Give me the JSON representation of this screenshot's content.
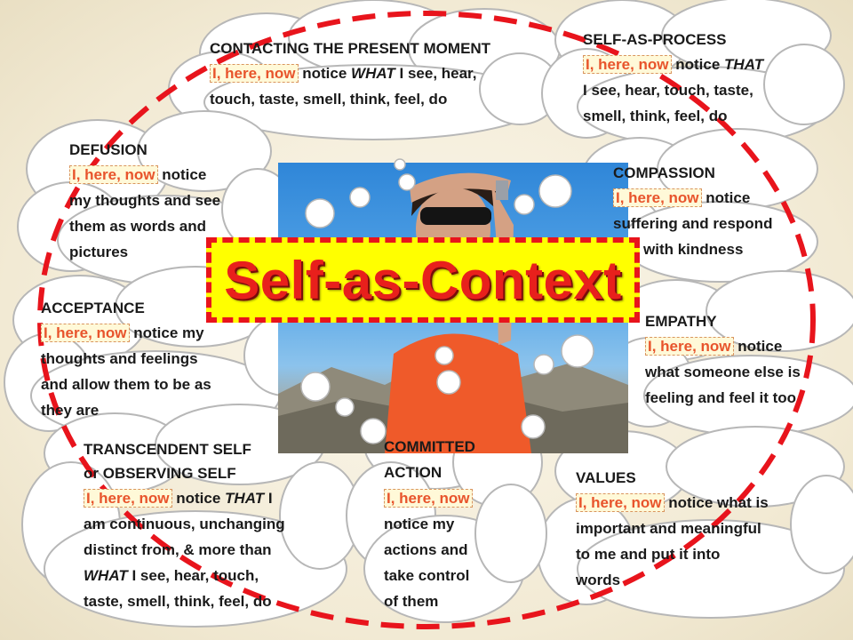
{
  "title": "Self-as-Context",
  "highlight": "I, here, now",
  "boxes": {
    "present": {
      "heading": "CONTACTING THE PRESENT MOMENT",
      "l1a": " notice  ",
      "l1b": "WHAT",
      "l1c": " I  see, hear,",
      "l2": "touch, taste, smell, think, feel, do"
    },
    "process": {
      "heading": "SELF-AS-PROCESS",
      "l1a": " notice  ",
      "l1b": "THAT",
      "l2": "I  see, hear, touch, taste,",
      "l3": "smell, think, feel, do"
    },
    "defusion": {
      "heading": "DEFUSION",
      "l1a": " notice",
      "l2": "my thoughts and see",
      "l3": "them as words and",
      "l4": "pictures"
    },
    "compassion": {
      "heading": "COMPASSION",
      "l1a": " notice",
      "l2": "suffering and respond",
      "l3": "with kindness"
    },
    "acceptance": {
      "heading": "ACCEPTANCE",
      "l1a": " notice  my",
      "l2": "thoughts and feelings",
      "l3": "and allow them to be as",
      "l4": "they are"
    },
    "empathy": {
      "heading": "EMPATHY",
      "l1a": " notice",
      "l2": "what someone else is",
      "l3": "feeling and feel it too"
    },
    "transcendent": {
      "heading": "TRANSCENDENT SELF",
      "heading2": "or OBSERVING SELF",
      "l1a": " notice ",
      "l1b": "THAT",
      "l1c": " I",
      "l2": "am continuous, unchanging",
      "l3": "distinct from, & more than",
      "l4a": "WHAT",
      "l4b": " I  see, hear, touch,",
      "l5": "taste, smell, think, feel, do"
    },
    "committed": {
      "heading": "COMMITTED",
      "heading2": "ACTION",
      "l2": "notice  my",
      "l3": "actions and",
      "l4": "take control",
      "l5": "of  them"
    },
    "values": {
      "heading": "VALUES",
      "l1a": " notice  what is",
      "l2": "important and meaningful",
      "l3": "to me and put it into",
      "l4": "words"
    }
  },
  "colors": {
    "highlight_text": "#e8542c",
    "title_text": "#e8201c",
    "title_bg": "#ffff00",
    "dashed_border": "#e8141c",
    "cloud_fill": "#ffffff",
    "cloud_stroke": "#b7b7b7"
  }
}
